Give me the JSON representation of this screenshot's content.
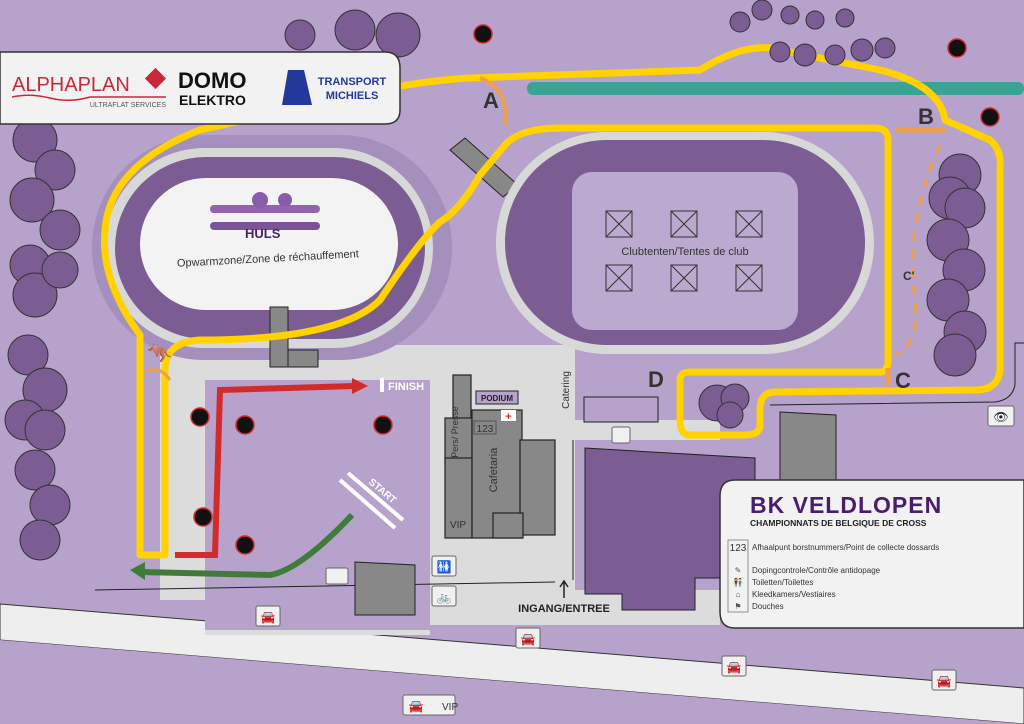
{
  "sponsors": {
    "alphaplan": "ALPHAPLAN",
    "alphaplan_sub": "ULTRAFLAT SERVICES",
    "domo_1": "DOMO",
    "domo_2": "ELEKTRO",
    "transport_1": "TRANSPORT",
    "transport_2": "MICHIELS"
  },
  "warmup": {
    "label": "Opwarmzone/Zone de réchauffement",
    "logo_text": "HULS"
  },
  "main_track": {
    "label": "Clubtenten/Tentes de club"
  },
  "markers": {
    "a": "A",
    "b": "B",
    "c": "C",
    "c_prime": "C'",
    "d": "D"
  },
  "course": {
    "finish": "FINISH",
    "start": "START"
  },
  "buildings": {
    "podium": "PODIUM",
    "bib_number": "123",
    "press": "Pers/ Presse",
    "cafetaria": "Cafetaria",
    "vip": "VIP",
    "catering": "Catering",
    "entrance": "INGANG/ENTREE",
    "vip_parking": "VIP"
  },
  "legend": {
    "title": "BK VELDLOPEN",
    "subtitle": "CHAMPIONNATS DE BELGIQUE DE CROSS",
    "items": [
      {
        "icon": "123",
        "label": "Afhaalpunt borstnummers/Point de collecte dossards"
      },
      {
        "icon": "syringe",
        "label": "Dopingcontrole/Contrôle antidopage"
      },
      {
        "icon": "toilet",
        "label": "Toiletten/Toilettes"
      },
      {
        "icon": "hanger",
        "label": "Kleedkamers/Vestiaires"
      },
      {
        "icon": "shower",
        "label": "Douches"
      }
    ]
  },
  "colors": {
    "background": "#b6a2cb",
    "track": "#7b5d94",
    "route": "#ffd200",
    "alt_route": "#f0a04b",
    "finish_lane": "#d22b2b",
    "start_lane": "#3f7c3b",
    "teal": "#3aa394"
  }
}
